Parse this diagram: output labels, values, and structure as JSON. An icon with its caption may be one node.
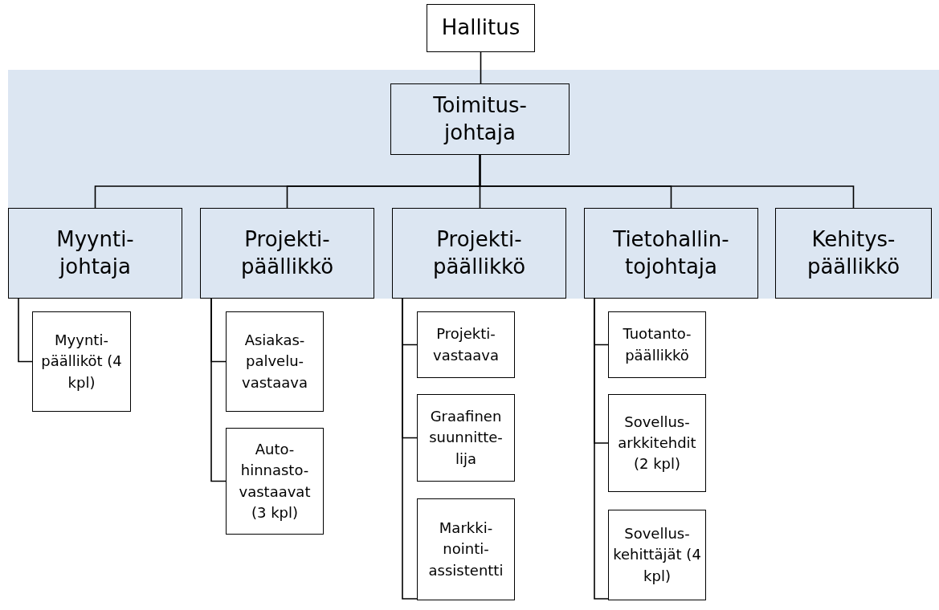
{
  "diagram": {
    "nodes": [
      {
        "text": [
          "Hallitus"
        ]
      },
      {
        "text": [
          "Toimitus- johtaja"
        ]
      },
      {
        "text": [
          "Myynti- johtaja"
        ]
      },
      {
        "text": [
          "Projekti- päällikkö"
        ]
      },
      {
        "text": [
          "Projekti- päällikkö"
        ]
      },
      {
        "text": [
          "Tietohallin- tojohtaja"
        ]
      },
      {
        "text": [
          "Kehitys- päällikkö"
        ]
      },
      {
        "text": [
          "Myynti- päälliköt (4 kpl)"
        ]
      },
      {
        "text": [
          "Asiakas- palvelu- vastaava"
        ]
      },
      {
        "text": [
          "Auto- hinnasto- vastaavat (3 kpl)"
        ]
      },
      {
        "text": [
          "Projekti- vastaava"
        ]
      },
      {
        "text": [
          "Graafinen suunnitte- lija"
        ]
      },
      {
        "text": [
          "Markki- nointi- assistentti"
        ]
      },
      {
        "text": [
          "Tuotanto- päällikkö"
        ]
      },
      {
        "text": [
          "Sovellus- arkkitehdit (2 kpl)"
        ]
      },
      {
        "text": [
          "Sovellus- kehittäjät (4 kpl)"
        ]
      }
    ],
    "edges": [
      {
        "from": 0,
        "to": 1,
        "arrow": "none"
      },
      {
        "from": 1,
        "to": 2,
        "arrow": "none"
      },
      {
        "from": 1,
        "to": 3,
        "arrow": "none"
      },
      {
        "from": 1,
        "to": 4,
        "arrow": "none"
      },
      {
        "from": 1,
        "to": 5,
        "arrow": "none"
      },
      {
        "from": 1,
        "to": 6,
        "arrow": "none"
      },
      {
        "from": 2,
        "to": 7,
        "arrow": "none"
      },
      {
        "from": 3,
        "to": 8,
        "arrow": "none"
      },
      {
        "from": 3,
        "to": 9,
        "arrow": "none"
      },
      {
        "from": 4,
        "to": 10,
        "arrow": "none"
      },
      {
        "from": 4,
        "to": 11,
        "arrow": "none"
      },
      {
        "from": 4,
        "to": 12,
        "arrow": "none"
      },
      {
        "from": 5,
        "to": 13,
        "arrow": "none"
      },
      {
        "from": 5,
        "to": 14,
        "arrow": "none"
      },
      {
        "from": 5,
        "to": 15,
        "arrow": "none"
      }
    ]
  }
}
